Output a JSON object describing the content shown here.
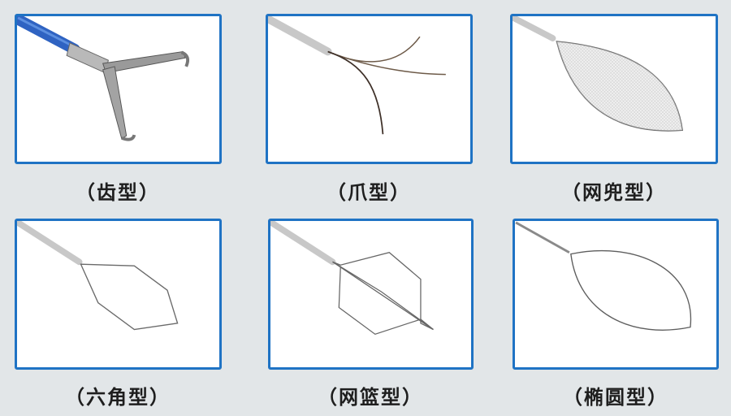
{
  "colors": {
    "background": "#e2e6e8",
    "card_border": "#1f73c4",
    "card_fill": "#ffffff",
    "caption_text": "#1e1e1e"
  },
  "items": [
    {
      "label": "（齿型）",
      "image": "toothed-grasping-forceps"
    },
    {
      "label": "（爪型）",
      "image": "claw-type-grasper"
    },
    {
      "label": "（网兜型）",
      "image": "net-type-retriever"
    },
    {
      "label": "（六角型）",
      "image": "hexagonal-snare"
    },
    {
      "label": "（网篮型）",
      "image": "basket-type-retriever"
    },
    {
      "label": "（椭圆型）",
      "image": "oval-snare"
    }
  ]
}
